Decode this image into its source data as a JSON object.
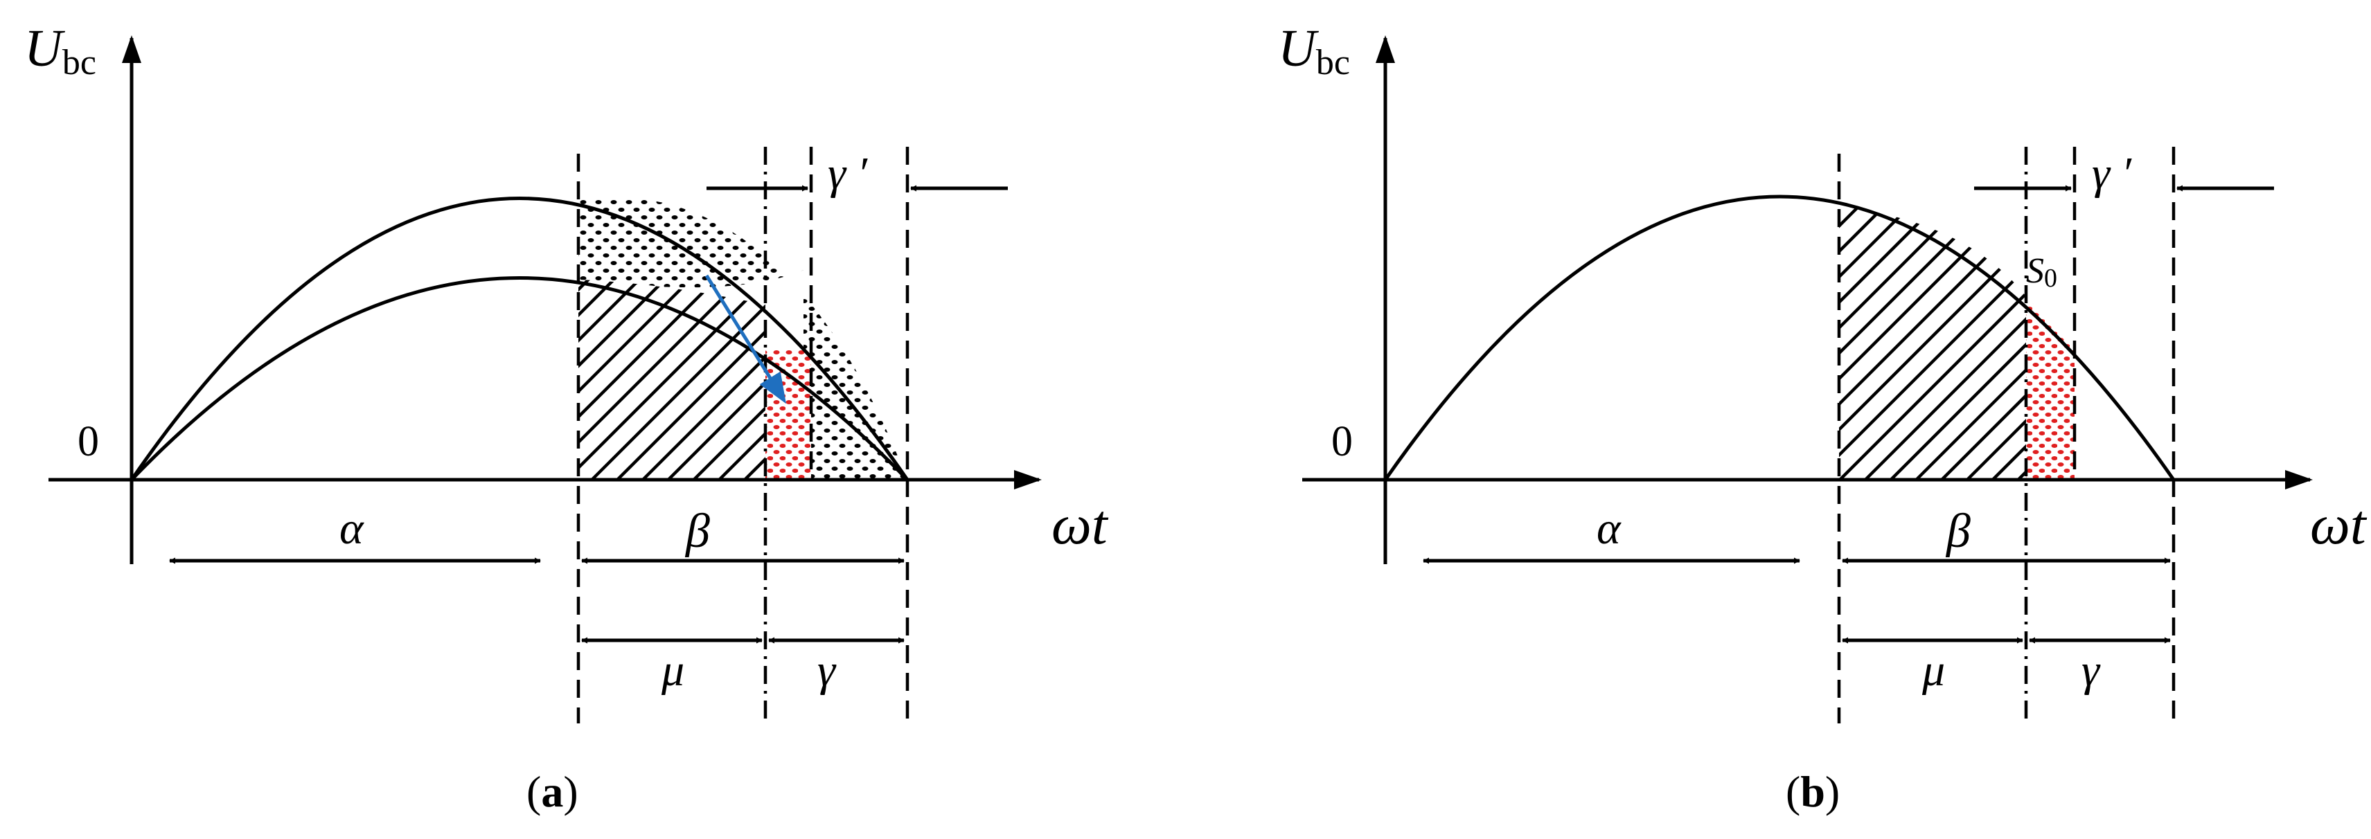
{
  "figure": {
    "panels": [
      {
        "id": "a",
        "caption_open": "(",
        "caption_letter": "a",
        "caption_close": ")",
        "y_axis_label_main": "U",
        "y_axis_label_sub": "bc",
        "x_axis_label": "ωt",
        "origin_label": "0",
        "alpha_label": "α",
        "beta_label": "β",
        "mu_label": "μ",
        "gamma_label": "γ",
        "gamma_prime_label": "γ ′"
      },
      {
        "id": "b",
        "caption_open": "(",
        "caption_letter": "b",
        "caption_close": ")",
        "y_axis_label_main": "U",
        "y_axis_label_sub": "bc",
        "x_axis_label": "ωt",
        "origin_label": "0",
        "alpha_label": "α",
        "beta_label": "β",
        "mu_label": "μ",
        "gamma_label": "γ",
        "gamma_prime_label": "γ ′",
        "s0_label_main": "S",
        "s0_label_sub": "0"
      }
    ],
    "colors": {
      "stroke": "#000000",
      "red_fill": "#e02020",
      "blue_arrow": "#1f6fbf"
    }
  }
}
